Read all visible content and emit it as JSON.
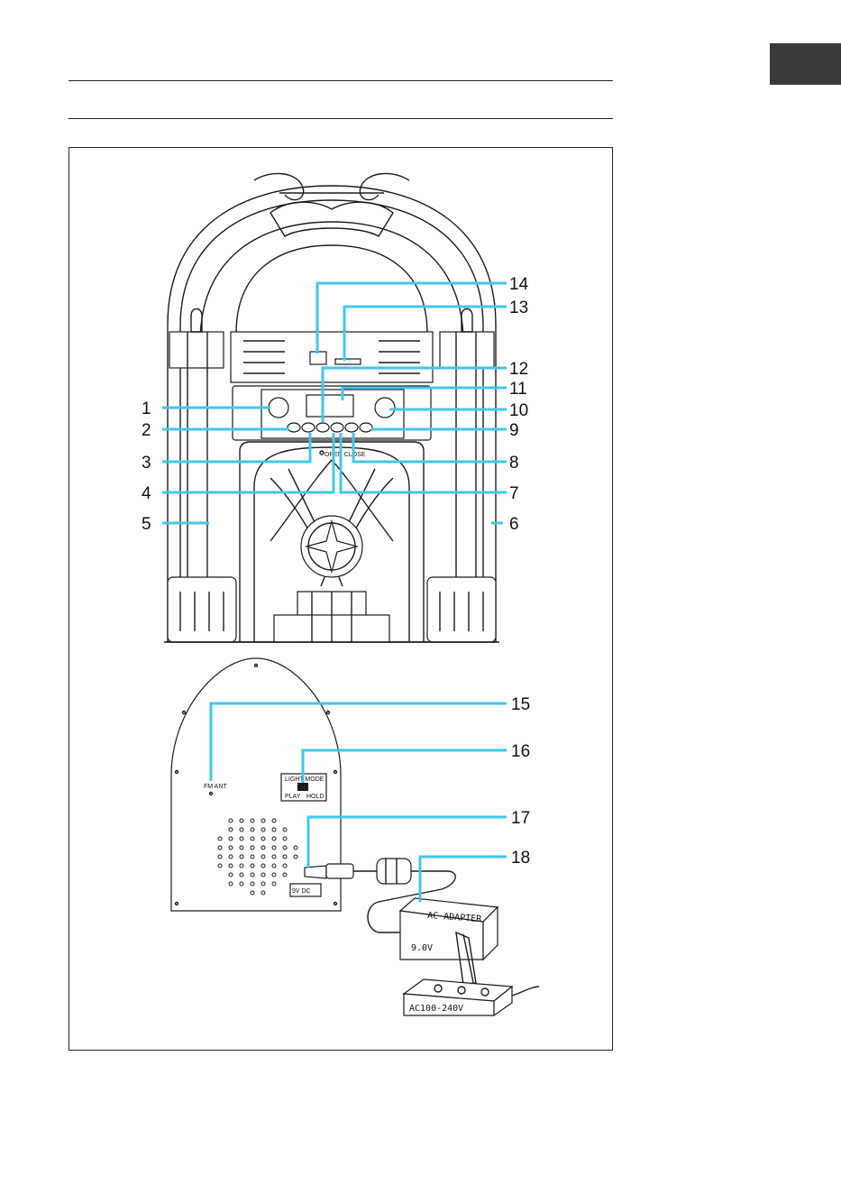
{
  "page": {
    "lang_tab_color": "#3a3a3a",
    "callout_color": "#43c6e8"
  },
  "callouts": [
    {
      "n": "1"
    },
    {
      "n": "2"
    },
    {
      "n": "3"
    },
    {
      "n": "4"
    },
    {
      "n": "5"
    },
    {
      "n": "6"
    },
    {
      "n": "7"
    },
    {
      "n": "8"
    },
    {
      "n": "9"
    },
    {
      "n": "10"
    },
    {
      "n": "11"
    },
    {
      "n": "12"
    },
    {
      "n": "13"
    },
    {
      "n": "14"
    },
    {
      "n": "15"
    },
    {
      "n": "16"
    },
    {
      "n": "17"
    },
    {
      "n": "18"
    }
  ],
  "back_panel": {
    "fm_ant": "FM ANT",
    "light_mode": "LIGHT MODE",
    "play": "PLAY",
    "hold": "HOLD",
    "dc_in": "9V DC"
  },
  "adapter": {
    "title": "AC ADAPTER",
    "voltage": "9.0V",
    "mains": "AC100-240V"
  },
  "front": {
    "open_close": "OPEN CLOSE"
  }
}
